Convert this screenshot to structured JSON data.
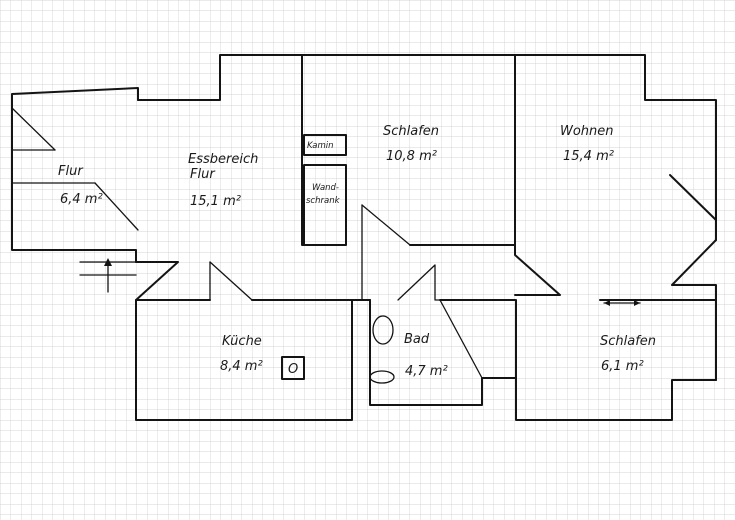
{
  "rooms": [
    {
      "key": "flur",
      "name": "Flur",
      "area": "6,4 m²"
    },
    {
      "key": "essbereich",
      "name": "Essbereich",
      "name2": "Flur",
      "area": "15,1 m²"
    },
    {
      "key": "schlafen_main",
      "name": "Schlafen",
      "area": "10,8 m²"
    },
    {
      "key": "wohnen",
      "name": "Wohnen",
      "area": "15,4 m²"
    },
    {
      "key": "kueche",
      "name": "Küche",
      "area": "8,4 m²"
    },
    {
      "key": "bad",
      "name": "Bad",
      "area": "4,7 m²"
    },
    {
      "key": "schlafen_small",
      "name": "Schlafen",
      "area": "6,1 m²"
    }
  ],
  "fixtures": {
    "kamin": "Kamin",
    "wandschrank": "Wand-",
    "wandschrank2": "schrank",
    "stove_symbol": "O"
  },
  "colors": {
    "grid": "#c9c9c9",
    "ink": "#141414",
    "paper": "#ffffff"
  }
}
